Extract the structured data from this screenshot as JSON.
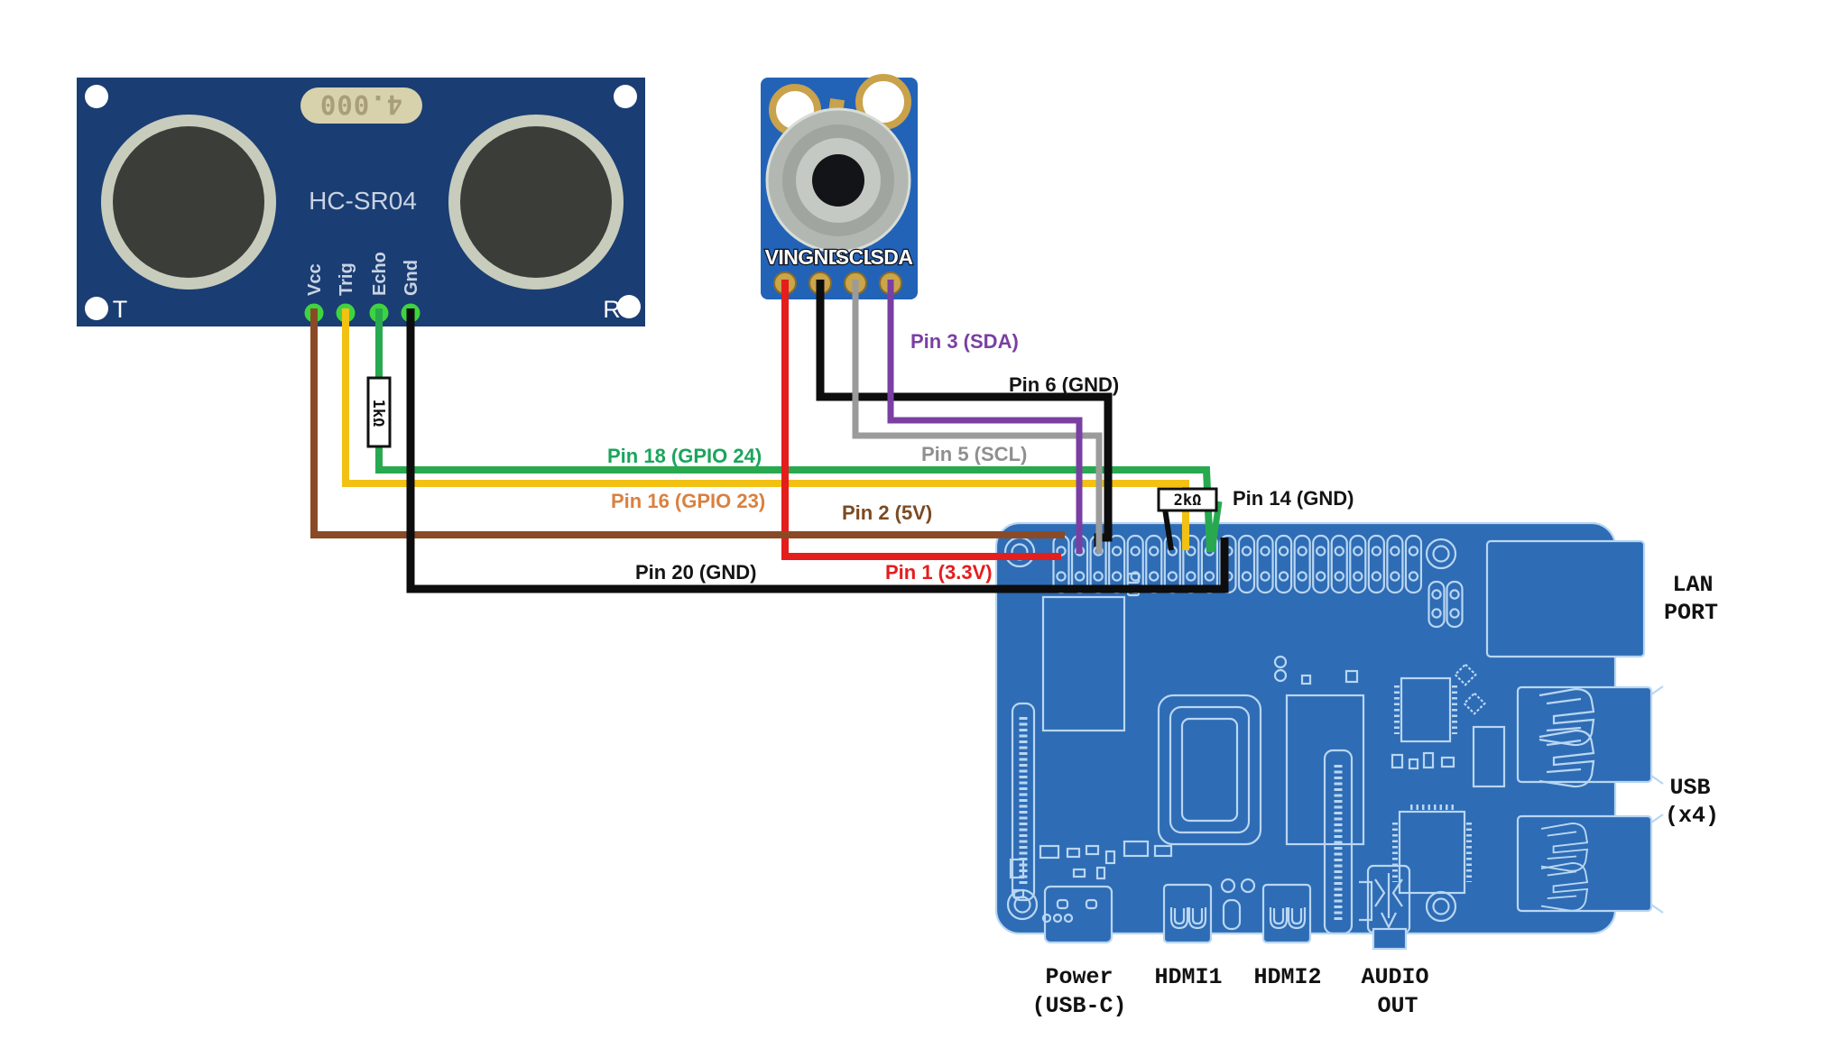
{
  "page": {
    "background": "#ffffff"
  },
  "hcsr04": {
    "title": "HC-SR04",
    "crystal_text": "4.000",
    "left_transducer_label": "T",
    "right_transducer_label": "R",
    "board_color": "#1a3d73",
    "silkscreen_color": "#c9d3e2",
    "pin_labels": {
      "vcc": "Vcc",
      "trig": "Trig",
      "echo": "Echo",
      "gnd": "Gnd"
    }
  },
  "mlx90614": {
    "board_color": "#2263b8",
    "pin_labels": {
      "vin": "VIN",
      "gnd": "GND",
      "scl": "SCL",
      "sda": "SDA"
    }
  },
  "raspberry_pi": {
    "board_color": "#2e6cb5",
    "line_color": "#b9d6f2",
    "label_color": "#111111",
    "port_labels": {
      "lan_line1": "LAN",
      "lan_line2": "PORT",
      "usb_line1": "USB",
      "usb_line2": "(x4)",
      "power_line1": "Power",
      "power_line2": "(USB-C)",
      "hdmi1": "HDMI1",
      "hdmi2": "HDMI2",
      "audio_line1": "AUDIO",
      "audio_line2": "OUT"
    }
  },
  "resistors": {
    "r1k": {
      "label": "1kΩ"
    },
    "r2k": {
      "label": "2kΩ"
    }
  },
  "wire_labels": {
    "pin3": {
      "text": "Pin 3 (SDA)",
      "color": "#7a3fa3"
    },
    "pin6": {
      "text": "Pin 6 (GND)",
      "color": "#141414"
    },
    "pin18": {
      "text": "Pin 18 (GPIO 24)",
      "color": "#1ba55c"
    },
    "pin5": {
      "text": "Pin 5 (SCL)",
      "color": "#8f8f8f"
    },
    "pin16": {
      "text": "Pin 16 (GPIO 23)",
      "color": "#d9813f"
    },
    "pin2": {
      "text": "Pin 2 (5V)",
      "color": "#7b4a21"
    },
    "pin14": {
      "text": "Pin 14 (GND)",
      "color": "#141414"
    },
    "pin20": {
      "text": "Pin 20 (GND)",
      "color": "#141414"
    },
    "pin1": {
      "text": "Pin 1 (3.3V)",
      "color": "#e41d1d"
    }
  },
  "wires": {
    "vcc_5v": {
      "color": "#8a4a26"
    },
    "trig": {
      "color": "#f2c114"
    },
    "echo": {
      "color": "#28a94f"
    },
    "gnd_hcsr04": {
      "color": "#0d0d0d"
    },
    "vin_3v3": {
      "color": "#e41d1d"
    },
    "gnd_mlx": {
      "color": "#0d0d0d"
    },
    "scl": {
      "color": "#9b9b9b"
    },
    "sda": {
      "color": "#7a3fa3"
    },
    "resistor_to_gnd": {
      "color": "#0d0d0d"
    }
  }
}
